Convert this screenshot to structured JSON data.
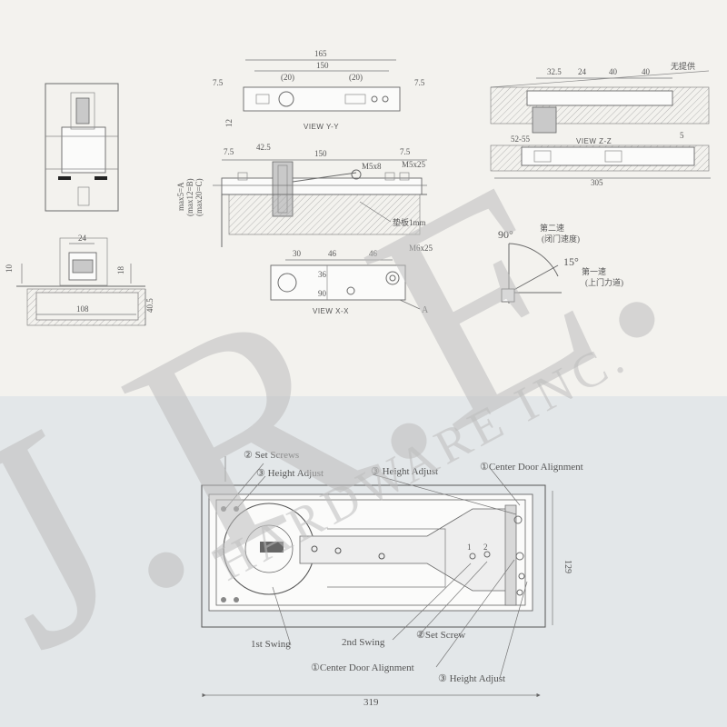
{
  "watermark": {
    "monogram": "J.R.E.",
    "line": "HARDWARE INC."
  },
  "view_yy": {
    "title": "VIEW Y-Y",
    "dims": {
      "overall": "165",
      "inner": "150",
      "left_gap": "(20)",
      "right_gap": "(20)",
      "left_end": "7.5",
      "right_end": "7.5",
      "height": "12"
    }
  },
  "view_zz": {
    "title": "VIEW Z-Z",
    "dims": {
      "a": "32.5",
      "b": "24",
      "c": "40",
      "d": "40",
      "gap": "52-55",
      "length": "305",
      "five": "5"
    },
    "note": "无提供"
  },
  "section_view": {
    "dims": {
      "left_end": "7.5",
      "step": "42.5",
      "length": "150",
      "right_end": "7.5",
      "screw_a": "M5x8",
      "screw_b": "M5x25",
      "plate": "垫板1mm",
      "max_a": "max5=A",
      "max_b": "(max12=B)",
      "max_c": "(max20=C)"
    }
  },
  "view_xx": {
    "title": "VIEW X-X",
    "dims": {
      "a": "30",
      "b": "46",
      "c": "46",
      "bolt": "M6x25",
      "angle_a": "36",
      "angle_b": "90",
      "label": "A"
    }
  },
  "side_view": {
    "dims": {
      "width": "24",
      "h1": "10",
      "h2": "18",
      "base": "108",
      "depth": "40.5"
    }
  },
  "swing_diagram": {
    "angle_1": "90°",
    "angle_2": "15°",
    "note_1a": "第二速",
    "note_1b": "(闭门速度)",
    "note_2a": "第一速",
    "note_2b": "(上门力道)"
  },
  "closer_labels": {
    "set_screws": "② Set Screws",
    "height_adjust_left": "③ Height Adjust",
    "height_adjust_mid": "③ Height Adjust",
    "center_align_top": "①Center Door Alignment",
    "first_swing": "1st Swing",
    "second_swing": "2nd Swing",
    "set_screw": "②Set Screw",
    "center_align_bottom": "①Center Door Alignment",
    "height_adjust_bottom": "③ Height Adjust",
    "width": "319",
    "height": "129",
    "marker_1": "1",
    "marker_2": "2"
  }
}
